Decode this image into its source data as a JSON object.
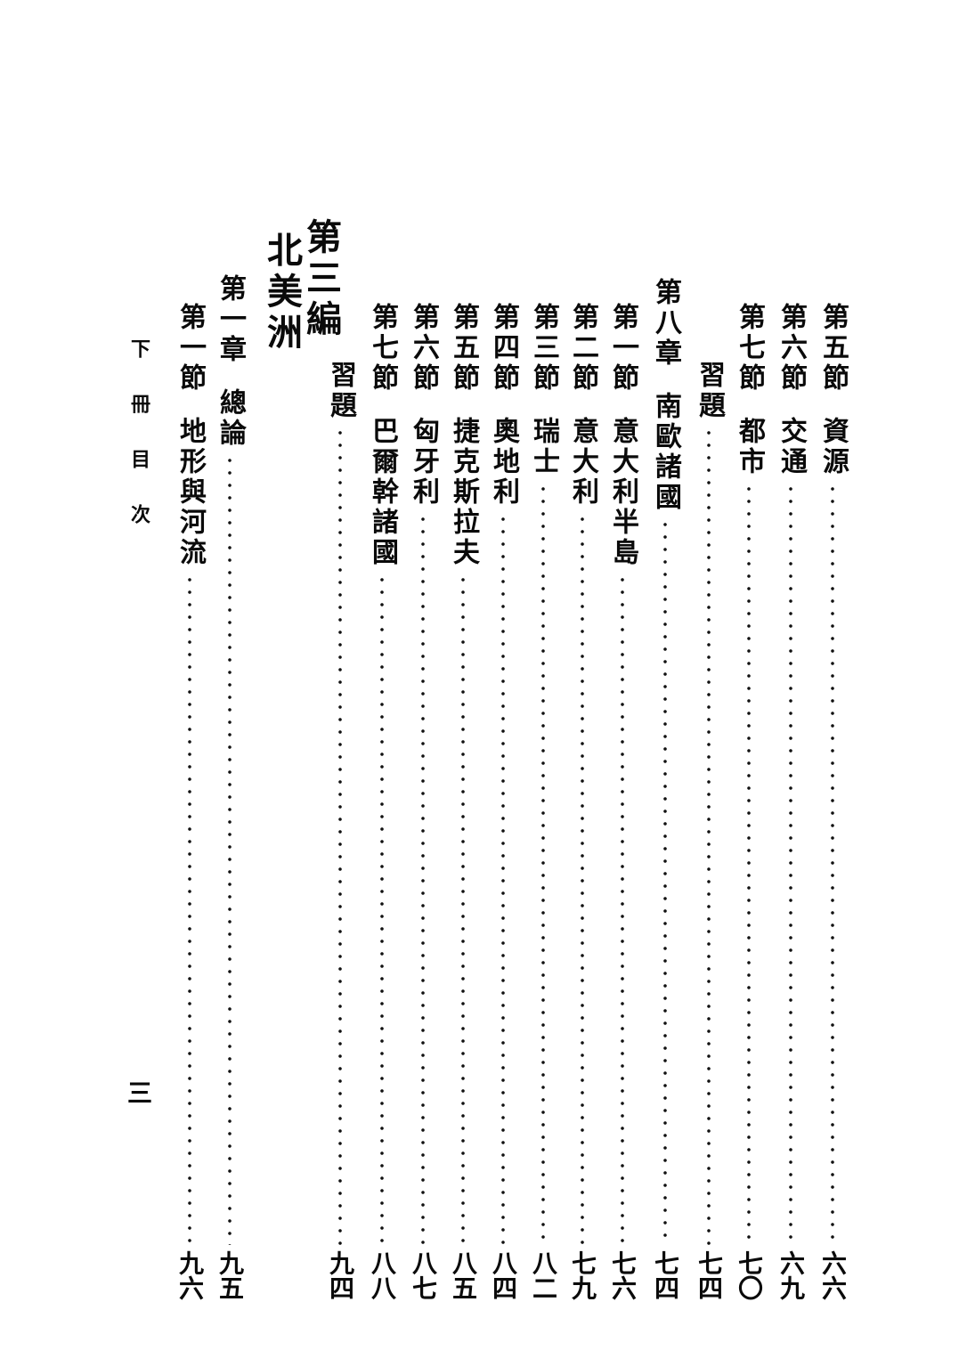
{
  "margin": {
    "header": "下冊目次",
    "page_number": "三"
  },
  "toc": [
    {
      "label": "第五節",
      "title": "資源",
      "page": "六六"
    },
    {
      "label": "第六節",
      "title": "交通",
      "page": "六九"
    },
    {
      "label": "第七節",
      "title": "都市",
      "page": "七〇"
    },
    {
      "label": "",
      "title": "習題",
      "page": "七四"
    },
    {
      "label": "第八章",
      "title": "南歐諸國",
      "page": "七四"
    },
    {
      "label": "第一節",
      "title": "意大利半島",
      "page": "七六"
    },
    {
      "label": "第二節",
      "title": "意大利",
      "page": "七九"
    },
    {
      "label": "第三節",
      "title": "瑞士",
      "page": "八二"
    },
    {
      "label": "第四節",
      "title": "奧地利",
      "page": "八四"
    },
    {
      "label": "第五節",
      "title": "捷克斯拉夫",
      "page": "八五"
    },
    {
      "label": "第六節",
      "title": "匈牙利",
      "page": "八七"
    },
    {
      "label": "第七節",
      "title": "巴爾幹諸國",
      "page": "八八"
    },
    {
      "label": "",
      "title": "習題",
      "page": "九四"
    },
    {
      "label": "第一章",
      "title": "總論",
      "page": "九五"
    },
    {
      "label": "第一節",
      "title": "地形與河流",
      "page": "九六"
    }
  ],
  "part_heading": {
    "label": "第三編",
    "title": "北美洲"
  }
}
